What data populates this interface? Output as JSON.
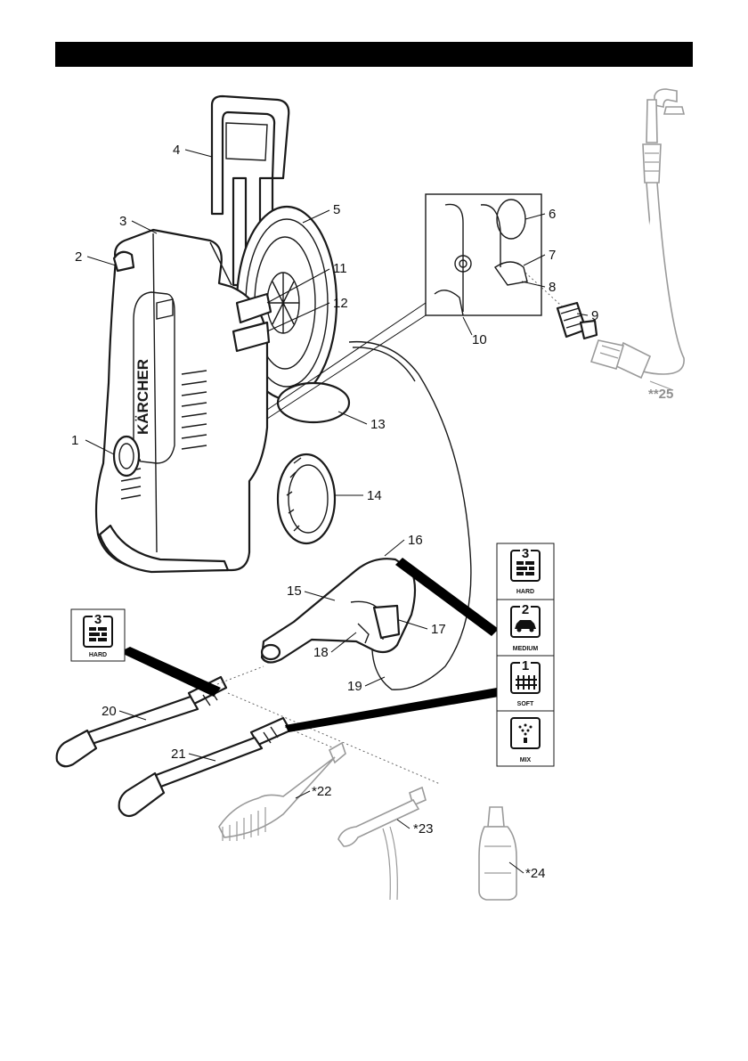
{
  "header_bar_color": "#000000",
  "brand": "KÄRCHER",
  "callouts": {
    "c1": "1",
    "c2": "2",
    "c3": "3",
    "c4": "4",
    "c5": "5",
    "c6": "6",
    "c7": "7",
    "c8": "8",
    "c9": "9",
    "c10": "10",
    "c11": "11",
    "c12": "12",
    "c13": "13",
    "c14": "14",
    "c15": "15",
    "c16": "16",
    "c17": "17",
    "c18": "18",
    "c19": "19",
    "c20": "20",
    "c21": "21",
    "c22": "*22",
    "c23": "*23",
    "c24": "*24",
    "c25": "**25"
  },
  "badges": {
    "left_hard": {
      "level": "3",
      "label": "HARD",
      "icon": "brick-wall-icon"
    },
    "hard": {
      "level": "3",
      "label": "HARD",
      "icon": "brick-wall-icon"
    },
    "medium": {
      "level": "2",
      "label": "MEDIUM",
      "icon": "car-icon"
    },
    "soft": {
      "level": "1",
      "label": "SOFT",
      "icon": "fence-icon"
    },
    "mix": {
      "level": "",
      "label": "MIX",
      "icon": "detergent-spray-icon"
    }
  }
}
